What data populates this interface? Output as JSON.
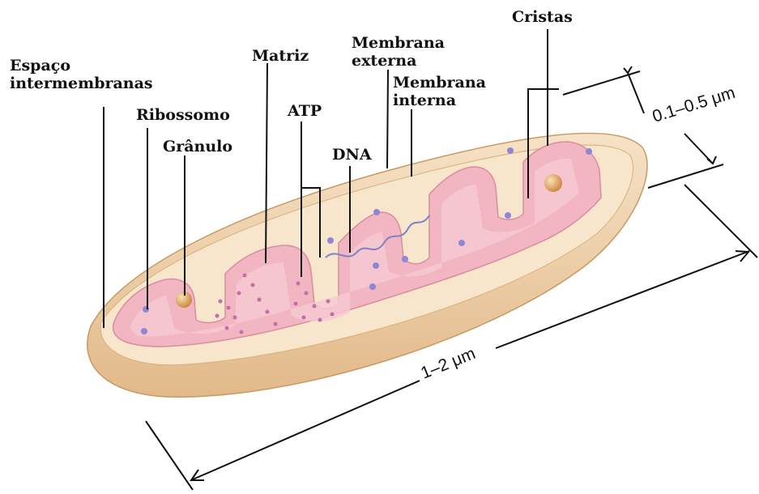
{
  "labels": {
    "espaco_line1": "Espaço",
    "espaco_line2": "intermembranas",
    "ribossomo": "Ribossomo",
    "granulo": "Grânulo",
    "matriz": "Matriz",
    "atp": "ATP",
    "dna": "DNA",
    "membrana_externa_line1": "Membrana",
    "membrana_externa_line2": "externa",
    "membrana_interna_line1": "Membrana",
    "membrana_interna_line2": "interna",
    "cristas": "Cristas"
  },
  "dimensions": {
    "width": "0.1–0.5 μm",
    "length": "1–2 μm"
  },
  "colors": {
    "outer_membrane": "#f3d9b8",
    "outer_shadow": "#e0b784",
    "inner_membrane": "#eea9b7",
    "matrix": "#f7c6cf",
    "ribosome": "#8f86d6",
    "atp_dot": "#c46fa4",
    "granule": "#d99a4e",
    "dna": "#7c83c4"
  }
}
